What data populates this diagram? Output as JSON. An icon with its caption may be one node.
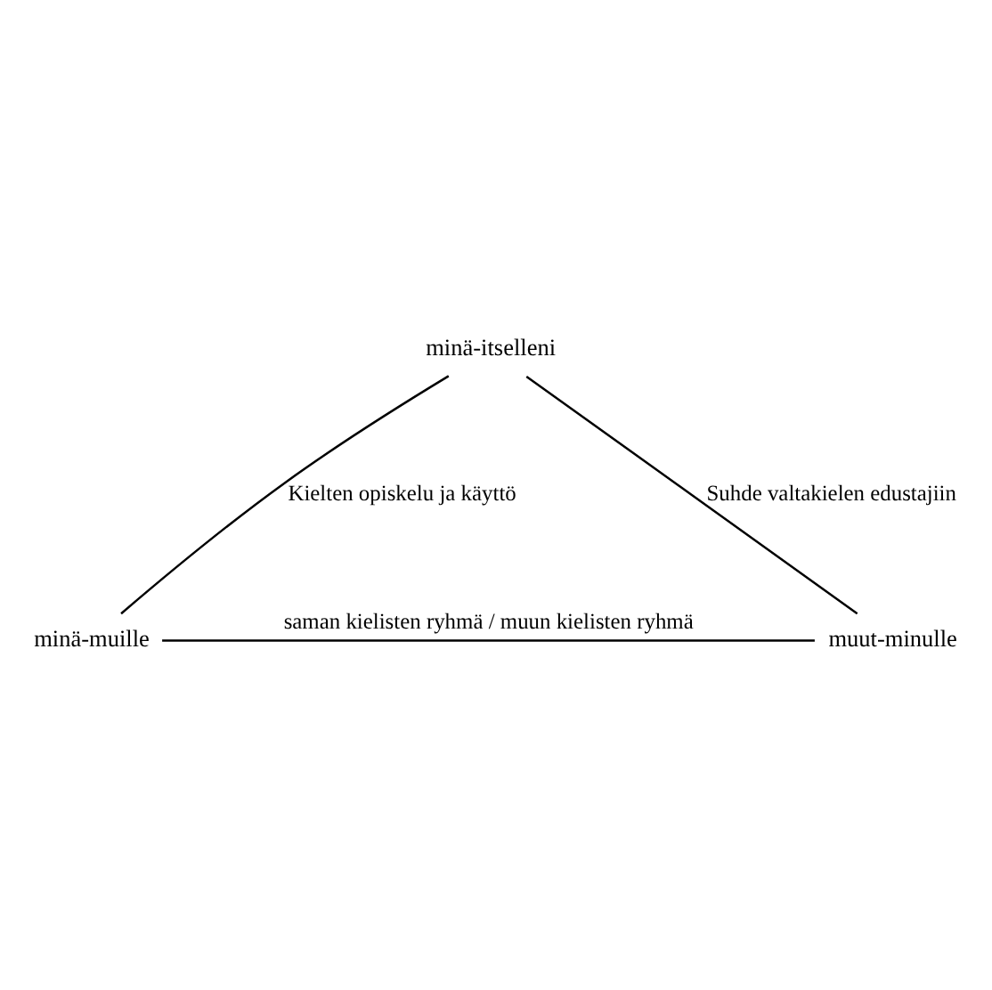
{
  "diagram": {
    "nodes": [
      {
        "text": [
          "minä-itselleni"
        ]
      },
      {
        "text": [
          "minä-muille"
        ]
      },
      {
        "text": [
          "muut-minulle"
        ]
      }
    ],
    "edges": [
      {
        "from": 0,
        "to": 1,
        "arrow": "none",
        "label": "Kielten opiskelu ja käyttö"
      },
      {
        "from": 0,
        "to": 2,
        "arrow": "none",
        "label": "Suhde valtakielen edustajiin"
      },
      {
        "from": 1,
        "to": 2,
        "arrow": "none",
        "label": "saman kielisten ryhmä / muun kielisten ryhmä"
      }
    ]
  }
}
